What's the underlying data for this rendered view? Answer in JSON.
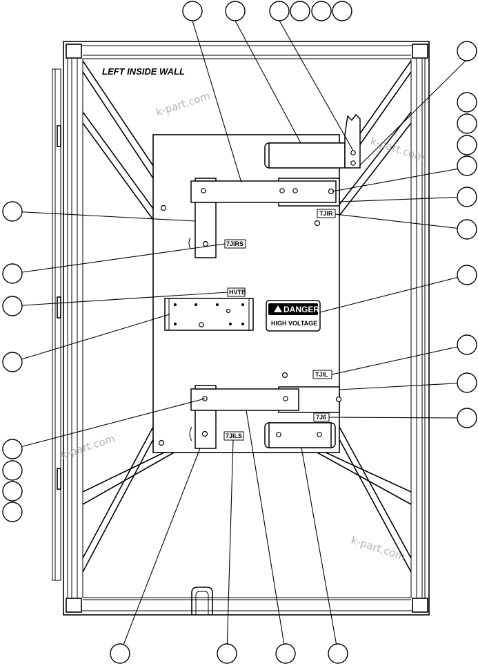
{
  "diagram": {
    "title": "LEFT INSIDE WALL",
    "watermark": "k-part.com",
    "warning": {
      "header": "DANGER",
      "body": "HIGH VOLTAGE"
    },
    "labels": {
      "tjir": "TJIR",
      "jirs": "7JIRS",
      "hvtb": "HVTB",
      "tjil": "TJIL",
      "j6": "7J6",
      "jils": "7JILS"
    }
  }
}
